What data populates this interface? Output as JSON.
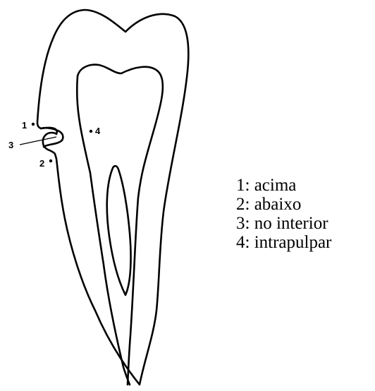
{
  "diagram": {
    "markers": [
      {
        "id": "1",
        "label": "1"
      },
      {
        "id": "2",
        "label": "2"
      },
      {
        "id": "3",
        "label": "3"
      },
      {
        "id": "4",
        "label": "4"
      }
    ],
    "legend": [
      {
        "text": "1: acima"
      },
      {
        "text": "2: abaixo"
      },
      {
        "text": "3: no interior"
      },
      {
        "text": "4: intrapulpar"
      }
    ]
  }
}
